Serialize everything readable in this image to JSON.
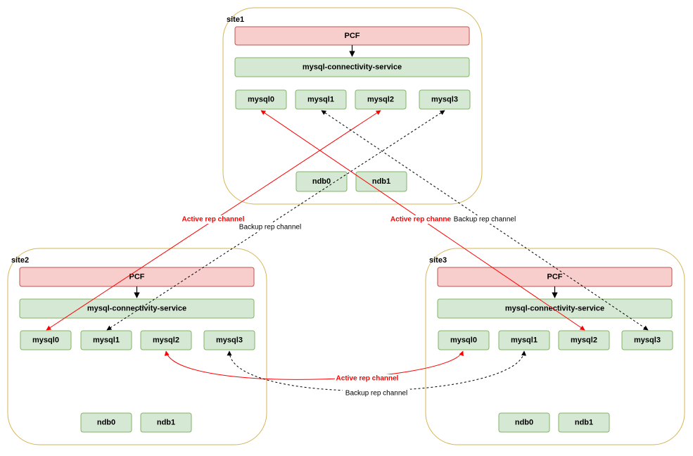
{
  "sites": [
    {
      "label": "site1",
      "pcf": "PCF",
      "service": "mysql-connectivity-service",
      "mysql": [
        "mysql0",
        "mysql1",
        "mysql2",
        "mysql3"
      ],
      "ndb": [
        "ndb0",
        "ndb1"
      ]
    },
    {
      "label": "site2",
      "pcf": "PCF",
      "service": "mysql-connectivity-service",
      "mysql": [
        "mysql0",
        "mysql1",
        "mysql2",
        "mysql3"
      ],
      "ndb": [
        "ndb0",
        "ndb1"
      ]
    },
    {
      "label": "site3",
      "pcf": "PCF",
      "service": "mysql-connectivity-service",
      "mysql": [
        "mysql0",
        "mysql1",
        "mysql2",
        "mysql3"
      ],
      "ndb": [
        "ndb0",
        "ndb1"
      ]
    }
  ],
  "channels": [
    {
      "type": "active",
      "label": "Active rep channel",
      "from": "site1.mysql2",
      "to": "site2.mysql0"
    },
    {
      "type": "backup",
      "label": "Backup rep channel",
      "from": "site1.mysql3",
      "to": "site2.mysql1"
    },
    {
      "type": "active",
      "label": "Active rep channe",
      "from": "site1.mysql0",
      "to": "site3.mysql2"
    },
    {
      "type": "backup",
      "label": "Backup rep channel",
      "from": "site1.mysql1",
      "to": "site3.mysql3"
    },
    {
      "type": "active",
      "label": "Active rep channel",
      "from": "site2.mysql2",
      "to": "site3.mysql0"
    },
    {
      "type": "backup",
      "label": "Backup rep channel",
      "from": "site2.mysql3",
      "to": "site3.mysql1"
    }
  ],
  "colors": {
    "pcf_fill": "#f8cecc",
    "pcf_stroke": "#b85450",
    "node_fill": "#d5e8d4",
    "node_stroke": "#82b366",
    "site_stroke": "#d6b656",
    "active_channel": "#ff0000",
    "backup_channel": "#000000"
  }
}
